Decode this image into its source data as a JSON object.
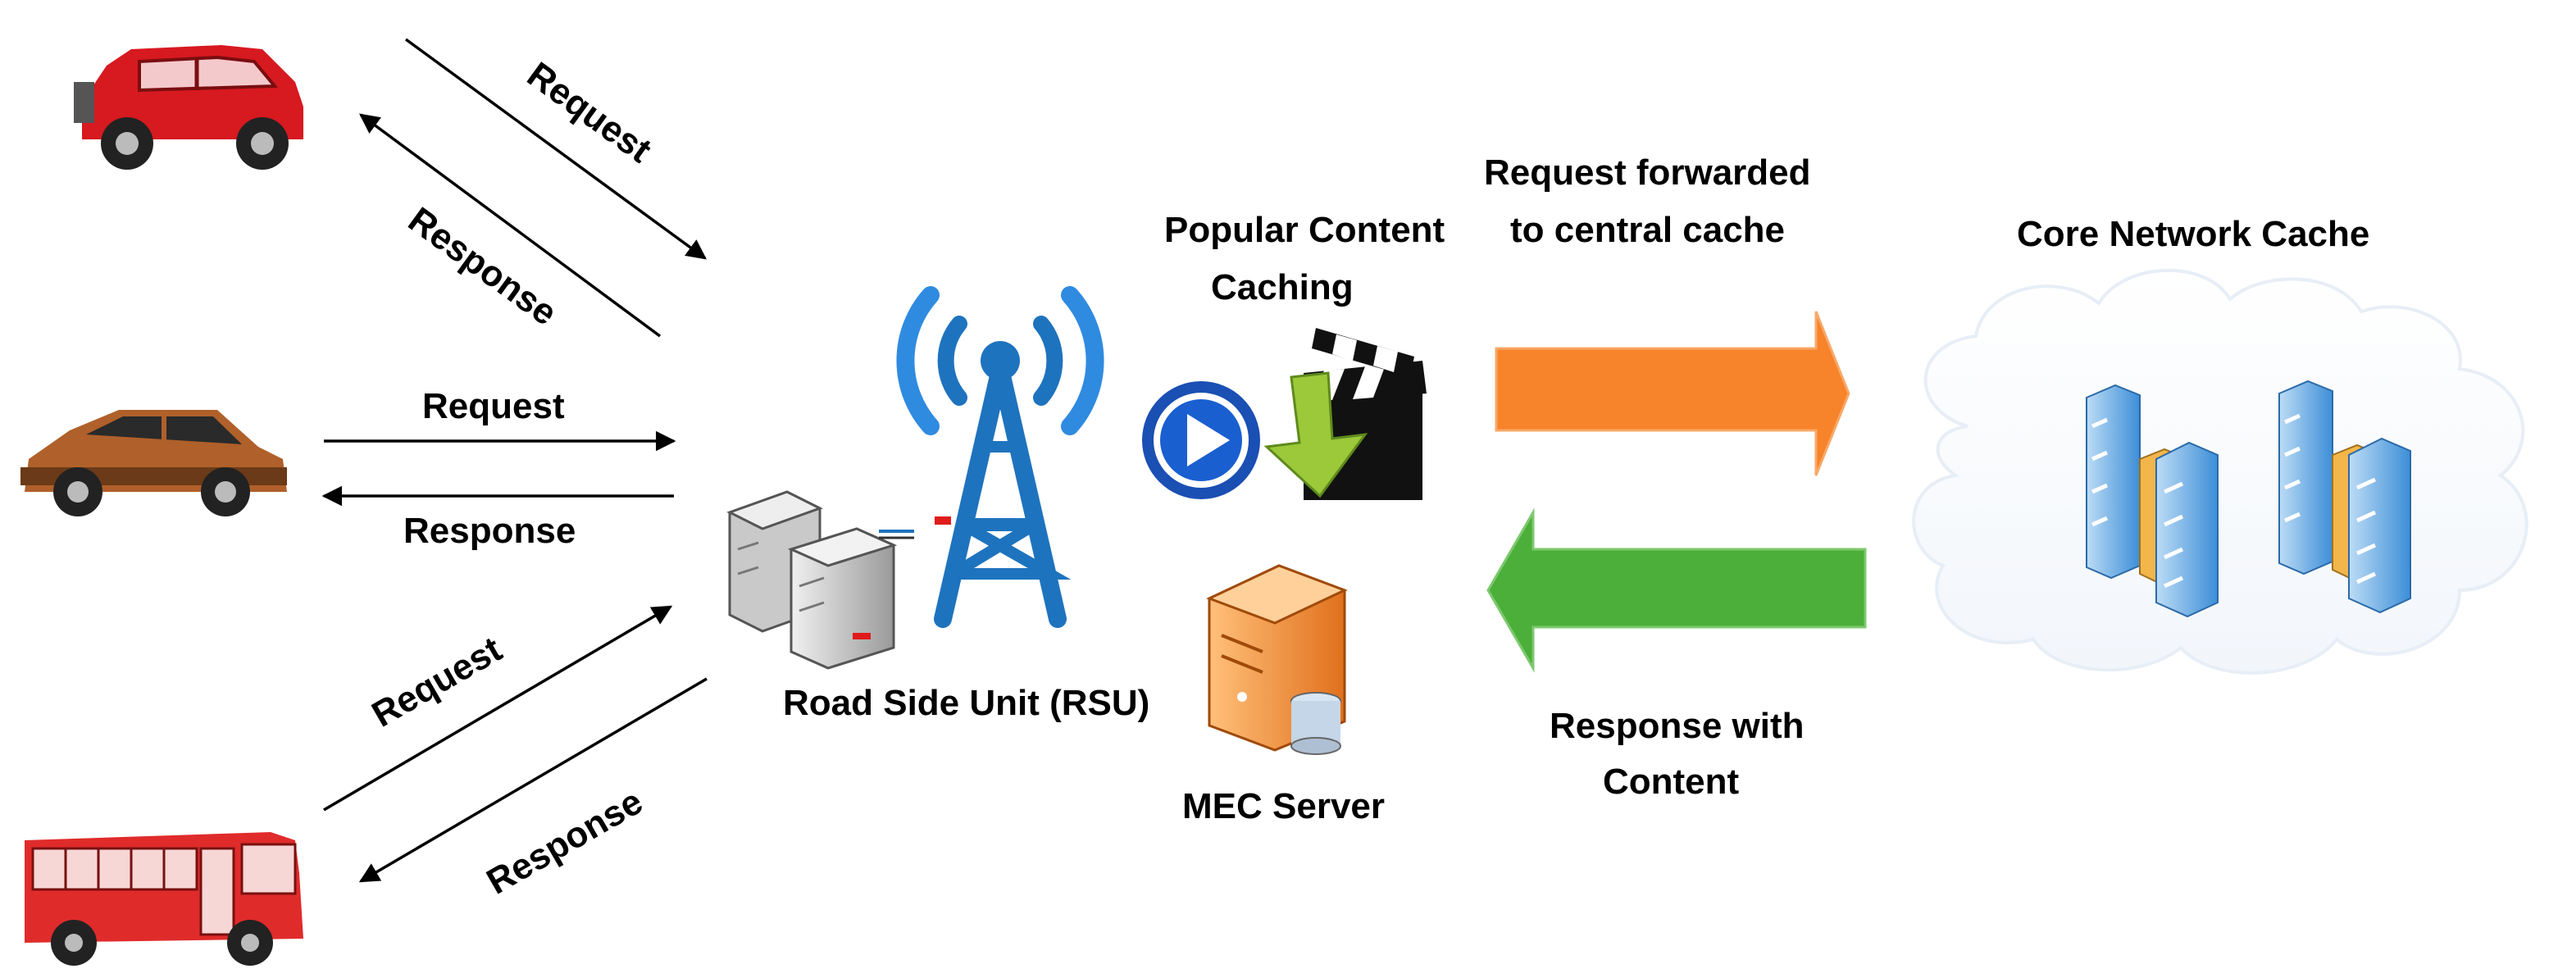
{
  "links": {
    "car1_request": "Request",
    "car1_response": "Response",
    "car2_request": "Request",
    "car2_response": "Response",
    "bus_request": "Request",
    "bus_response": "Response"
  },
  "rsu": {
    "label": "Road Side Unit (RSU)"
  },
  "caching": {
    "line1": "Popular Content",
    "line2": "Caching"
  },
  "mec": {
    "label": "MEC Server"
  },
  "forward": {
    "line1": "Request forwarded",
    "line2": "to central cache"
  },
  "reply": {
    "line1": "Response with",
    "line2": "Content"
  },
  "core": {
    "label": "Core Network Cache"
  },
  "colors": {
    "forward_arrow": "#F7832A",
    "response_arrow": "#4CAF3A",
    "tower": "#1E73BE",
    "car_red": "#D71920",
    "car_brown": "#B0602A",
    "bus_red": "#E02B2B",
    "server_orange": "#F08A2C"
  }
}
